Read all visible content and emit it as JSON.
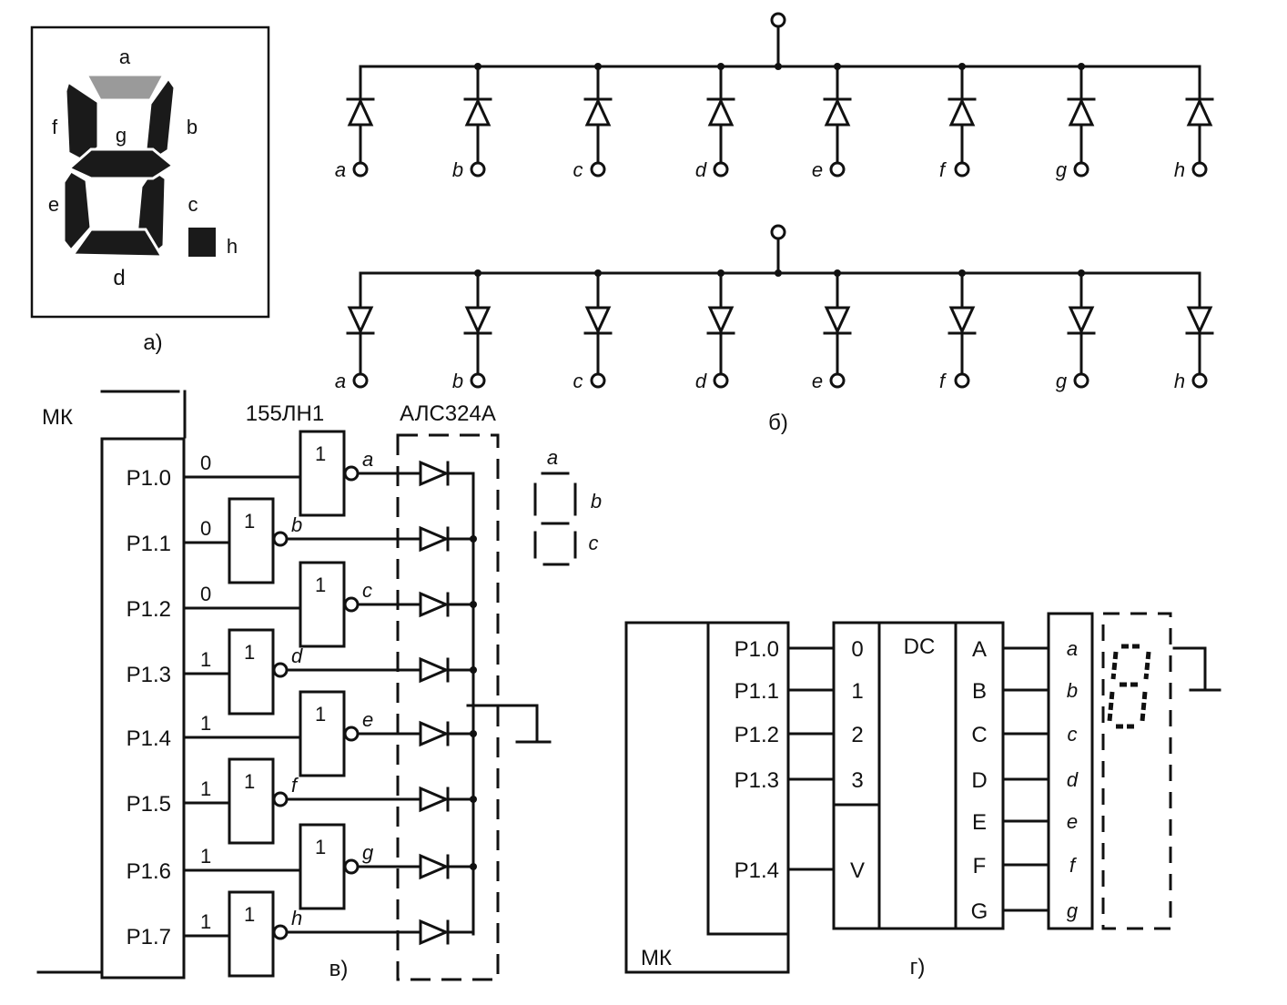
{
  "panel_a": {
    "caption": "а)",
    "segments": [
      "a",
      "b",
      "c",
      "d",
      "e",
      "f",
      "g",
      "h"
    ]
  },
  "panel_b": {
    "caption": "б)",
    "pins": [
      "a",
      "b",
      "c",
      "d",
      "e",
      "f",
      "g",
      "h"
    ]
  },
  "panel_v": {
    "caption": "в)",
    "mk_label": "МК",
    "ic_label": "155ЛН1",
    "display_label": "АЛС324А",
    "gate_symbol": "1",
    "rows": [
      {
        "port": "P1.0",
        "bit": "0",
        "seg": "a"
      },
      {
        "port": "P1.1",
        "bit": "0",
        "seg": "b"
      },
      {
        "port": "P1.2",
        "bit": "0",
        "seg": "c"
      },
      {
        "port": "P1.3",
        "bit": "1",
        "seg": "d"
      },
      {
        "port": "P1.4",
        "bit": "1",
        "seg": "e"
      },
      {
        "port": "P1.5",
        "bit": "1",
        "seg": "f"
      },
      {
        "port": "P1.6",
        "bit": "1",
        "seg": "g"
      },
      {
        "port": "P1.7",
        "bit": "1",
        "seg": "h"
      }
    ],
    "mini_display": [
      "a",
      "b",
      "c"
    ]
  },
  "panel_g": {
    "caption": "г)",
    "mk_label": "МК",
    "ports": [
      "P1.0",
      "P1.1",
      "P1.2",
      "P1.3",
      "P1.4"
    ],
    "dc_label": "DC",
    "dc_inputs": [
      "0",
      "1",
      "2",
      "3",
      "V"
    ],
    "dc_outputs": [
      "A",
      "B",
      "C",
      "D",
      "E",
      "F",
      "G"
    ],
    "display_segments": [
      "a",
      "b",
      "c",
      "d",
      "e",
      "f",
      "g"
    ]
  }
}
